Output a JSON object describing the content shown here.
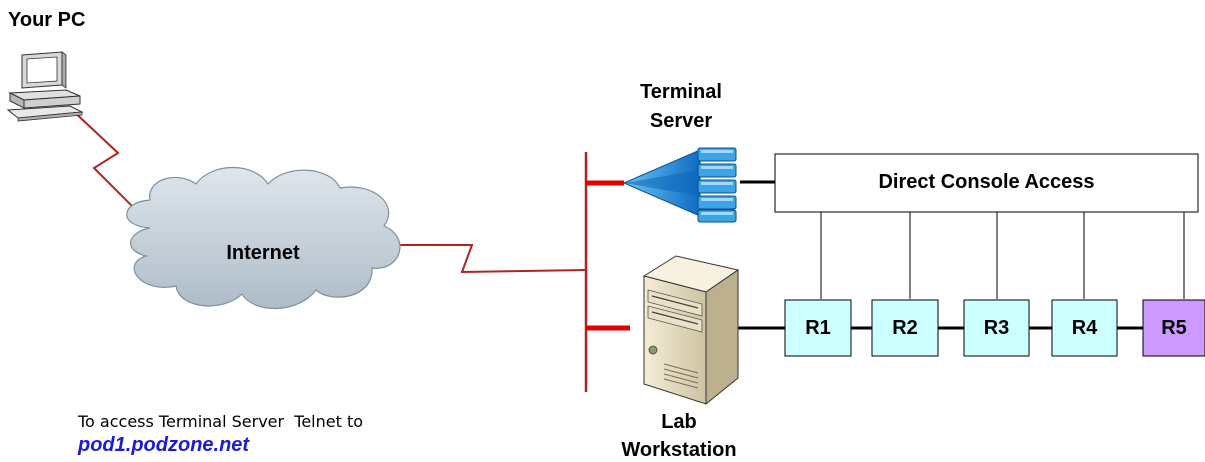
{
  "labels": {
    "your_pc": "Your PC",
    "terminal_server": "Terminal\nServer",
    "internet": "Internet",
    "direct_console_access": "Direct Console Access",
    "lab_workstation": "Lab\nWorkstation"
  },
  "routers": [
    {
      "name": "R1"
    },
    {
      "name": "R2"
    },
    {
      "name": "R3"
    },
    {
      "name": "R4"
    },
    {
      "name": "R5"
    }
  ],
  "note": {
    "text": "To access Terminal Server  Telnet to",
    "host": "pod1.podzone.net"
  },
  "colors": {
    "wan_link": "#b22222",
    "router_fill": "#ccffff",
    "router_highlight_fill": "#cc99ff",
    "cloud_fill": "#c6d1da",
    "terminal_server_blue": "#1e7fd6",
    "link_text": "#1a1adc"
  },
  "icons": {
    "pc": "desktop-pc-icon",
    "cloud": "cloud-icon",
    "terminal_server": "terminal-server-icon",
    "workstation": "tower-server-icon"
  }
}
